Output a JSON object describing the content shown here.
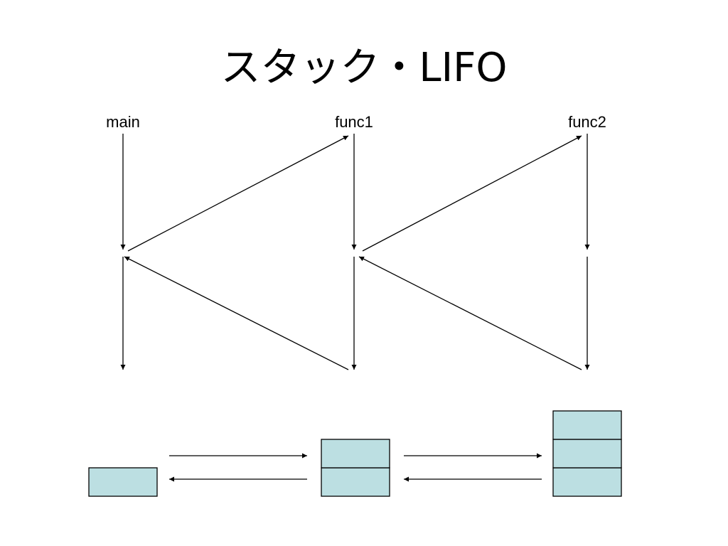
{
  "slide": {
    "title": "スタック・LIFO"
  },
  "lanes": [
    {
      "id": "main",
      "label": "main"
    },
    {
      "id": "func1",
      "label": "func1"
    },
    {
      "id": "func2",
      "label": "func2"
    }
  ],
  "stack_states": [
    {
      "lane": "main",
      "depth": 1
    },
    {
      "lane": "func1",
      "depth": 2
    },
    {
      "lane": "func2",
      "depth": 3
    }
  ],
  "colors": {
    "stack_fill": "#bcdfe2",
    "stroke": "#000000"
  }
}
